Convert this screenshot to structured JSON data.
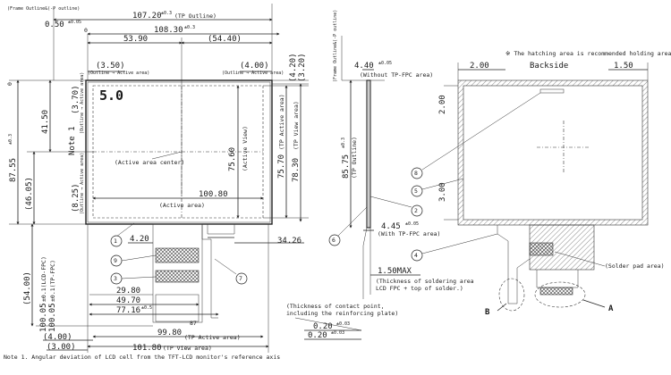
{
  "front": {
    "label_frame_outline": "(Frame Outline&(-P outline)",
    "dim_107_20": "107.20",
    "dim_107_20_tol": "±0.3",
    "dim_107_20_note": "(TP Outline)",
    "dim_0_50": "0.50",
    "dim_0_50_tol": "±0.05",
    "origin": "0",
    "dim_108_30": "108.30",
    "dim_108_30_tol": "±0.3",
    "dim_53_90": "53.90",
    "dim_54_40": "(54.40)",
    "dim_3_50": "(3.50)",
    "dim_3_50_note": "(Outline → Active area)",
    "dim_4_00": "(4.00)",
    "dim_4_00_note": "(Outline → Active area)",
    "dim_4_20": "(4.20)",
    "dim_3_20": "(3.20)",
    "version_mark": "5.0",
    "dim_41_50": "41.50",
    "note_1": "Note 1",
    "dim_3_70": "(3.70)",
    "dim_3_70_note": "(Outline → Active area)",
    "dim_87_55": "87.55",
    "dim_87_55_tol": "±0.3",
    "dim_46_05": "(46.05)",
    "active_center": "(Active area center)",
    "dim_75_60": "75.60",
    "dim_75_60_note": "(Active View)",
    "dim_75_70": "75.70",
    "dim_75_70_note": "(TP Active area)",
    "dim_78_30": "78.30",
    "dim_78_30_note": "(TP View area)",
    "dim_8_25": "(8.25)",
    "dim_8_25_note": "(Outline → Active area)",
    "dim_100_80": "100.80",
    "dim_100_80_note": "(Active area)",
    "dim_4_20_b": "4.20",
    "dim_34_26": "34.26",
    "dim_54_00": "(54.00)",
    "dim_100_05a": "100.05",
    "dim_100_05a_note": "±0.1(LCD-FPC)",
    "dim_100_05b": "100.05",
    "dim_100_05b_note": "±0.1(TP-FPC)",
    "dim_29_80": "29.80",
    "dim_49_70": "49.70",
    "dim_77_16": "77.16",
    "dim_77_16_tol": "±0.5",
    "pin_87": "87",
    "dim_4_00_b": "(4.00)",
    "dim_99_80": "99.80",
    "dim_99_80_note": "(TP Active area)",
    "dim_3_00_b": "(3.00)",
    "dim_101_80": "101.80",
    "dim_101_80_note": "(TP View area)",
    "callouts": [
      "1",
      "9",
      "3",
      "7"
    ]
  },
  "side": {
    "label_frame": "(Frame Outline&(-P outline)",
    "dim_4_40": "4.40",
    "dim_4_40_tol": "±0.05",
    "dim_4_40_note": "(Without TP-FPC area)",
    "dim_85_75": "85.75",
    "dim_85_75_tol": "±0.3",
    "dim_85_75_note": "(TP Outline)",
    "dim_4_45": "4.45",
    "dim_4_45_tol": "±0.05",
    "dim_4_45_note": "(With TP-FPC area)",
    "dim_1_50": "1.50MAX",
    "note_solder_1": "(Thickness of soldering area",
    "note_solder_2": "LCD FPC + top of solder.)",
    "note_contact_1": "(Thickness of contact point,",
    "note_contact_2": "including the reinforcing plate)",
    "dim_0_20a": "0.20",
    "dim_0_20a_tol": "±0.03",
    "dim_0_20b": "0.20",
    "dim_0_20b_tol": "±0.03",
    "callout_6": "6"
  },
  "back": {
    "hatch_note": "※ The hatching area is recommended holding area.",
    "dim_2_00": "2.00",
    "title": "Backside",
    "dim_1_50": "1.50",
    "dim_2_00_v": "2.00",
    "dim_3_00_v": "3.00",
    "solder_pad": "(Solder pad area)",
    "label_b": "B",
    "label_a": "A",
    "callouts": [
      "8",
      "5",
      "2",
      "4"
    ]
  },
  "footer": {
    "note": "Note 1. Angular deviation of LCD cell from the TFT-LCD monitor's reference axis"
  }
}
